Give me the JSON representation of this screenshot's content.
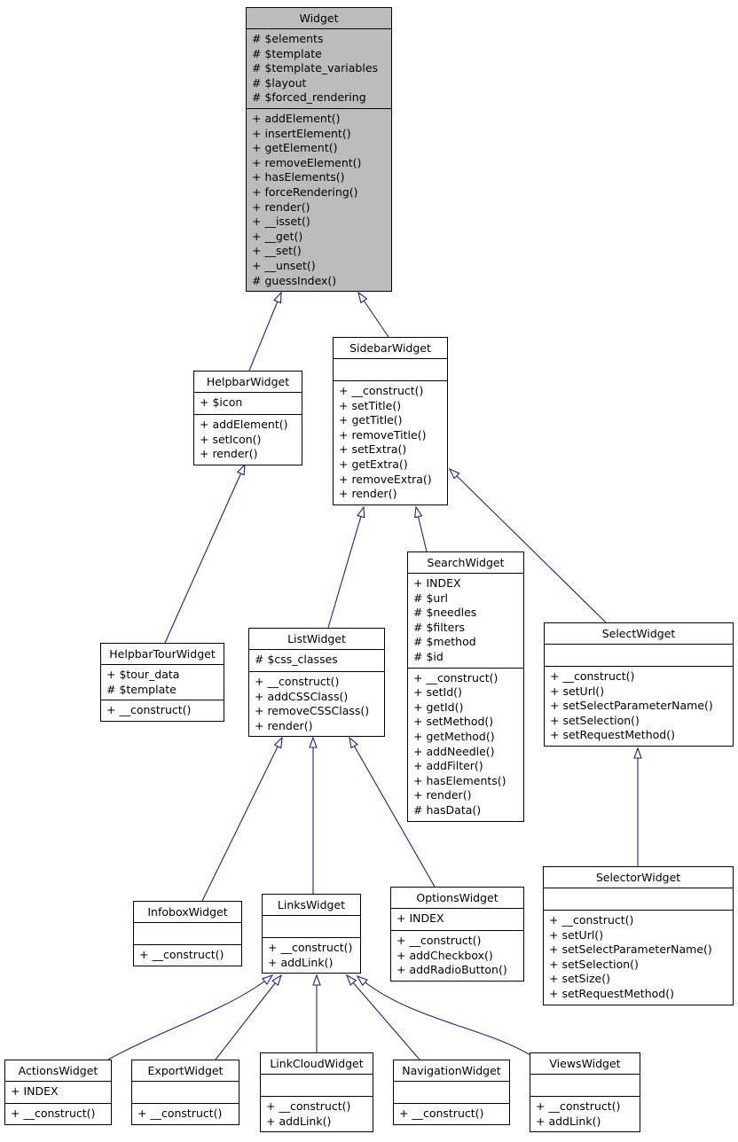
{
  "colors": {
    "edge": "#1f1f78",
    "node_border": "#000000",
    "node_fill": "#ffffff",
    "highlighted_node_fill": "#bcbcbc"
  },
  "nodes": {
    "widget": {
      "title": "Widget",
      "attrs": [
        "# $elements",
        "# $template",
        "# $template_variables",
        "# $layout",
        "# $forced_rendering"
      ],
      "methods": [
        "+ addElement()",
        "+ insertElement()",
        "+ getElement()",
        "+ removeElement()",
        "+ hasElements()",
        "+ forceRendering()",
        "+ render()",
        "+ __isset()",
        "+ __get()",
        "+ __set()",
        "+ __unset()",
        "# guessIndex()"
      ]
    },
    "helpbar": {
      "title": "HelpbarWidget",
      "attrs": [
        "+ $icon"
      ],
      "methods": [
        "+ addElement()",
        "+ setIcon()",
        "+ render()"
      ]
    },
    "sidebar": {
      "title": "SidebarWidget",
      "attrs": [],
      "methods": [
        "+ __construct()",
        "+ setTitle()",
        "+ getTitle()",
        "+ removeTitle()",
        "+ setExtra()",
        "+ getExtra()",
        "+ removeExtra()",
        "+ render()"
      ]
    },
    "helpbartour": {
      "title": "HelpbarTourWidget",
      "attrs": [
        "+ $tour_data",
        "# $template"
      ],
      "methods": [
        "+ __construct()"
      ]
    },
    "list": {
      "title": "ListWidget",
      "attrs": [
        "# $css_classes"
      ],
      "methods": [
        "+ __construct()",
        "+ addCSSClass()",
        "+ removeCSSClass()",
        "+ render()"
      ]
    },
    "search": {
      "title": "SearchWidget",
      "attrs": [
        "+ INDEX",
        "# $url",
        "# $needles",
        "# $filters",
        "# $method",
        "# $id"
      ],
      "methods": [
        "+ __construct()",
        "+ setId()",
        "+ getId()",
        "+ setMethod()",
        "+ getMethod()",
        "+ addNeedle()",
        "+ addFilter()",
        "+ hasElements()",
        "+ render()",
        "# hasData()"
      ]
    },
    "select": {
      "title": "SelectWidget",
      "attrs": [],
      "methods": [
        "+ __construct()",
        "+ setUrl()",
        "+ setSelectParameterName()",
        "+ setSelection()",
        "+ setRequestMethod()"
      ]
    },
    "selector": {
      "title": "SelectorWidget",
      "attrs": [],
      "methods": [
        "+ __construct()",
        "+ setUrl()",
        "+ setSelectParameterName()",
        "+ setSelection()",
        "+ setSize()",
        "+ setRequestMethod()"
      ]
    },
    "infobox": {
      "title": "InfoboxWidget",
      "attrs": [],
      "methods": [
        "+ __construct()"
      ]
    },
    "links": {
      "title": "LinksWidget",
      "attrs": [],
      "methods": [
        "+ __construct()",
        "+ addLink()"
      ]
    },
    "options": {
      "title": "OptionsWidget",
      "attrs": [
        "+ INDEX"
      ],
      "methods": [
        "+ __construct()",
        "+ addCheckbox()",
        "+ addRadioButton()"
      ]
    },
    "actions": {
      "title": "ActionsWidget",
      "attrs": [
        "+ INDEX"
      ],
      "methods": [
        "+ __construct()"
      ]
    },
    "export": {
      "title": "ExportWidget",
      "attrs": [],
      "methods": [
        "+ __construct()"
      ]
    },
    "linkcloud": {
      "title": "LinkCloudWidget",
      "attrs": [],
      "methods": [
        "+ __construct()",
        "+ addLink()"
      ]
    },
    "navigation": {
      "title": "NavigationWidget",
      "attrs": [],
      "methods": [
        "+ __construct()"
      ]
    },
    "views": {
      "title": "ViewsWidget",
      "attrs": [],
      "methods": [
        "+ __construct()",
        "+ addLink()"
      ]
    }
  },
  "edges": [
    {
      "from": "HelpbarWidget",
      "to": "Widget"
    },
    {
      "from": "SidebarWidget",
      "to": "Widget"
    },
    {
      "from": "HelpbarTourWidget",
      "to": "HelpbarWidget"
    },
    {
      "from": "ListWidget",
      "to": "SidebarWidget"
    },
    {
      "from": "SearchWidget",
      "to": "SidebarWidget"
    },
    {
      "from": "SelectWidget",
      "to": "SidebarWidget"
    },
    {
      "from": "InfoboxWidget",
      "to": "ListWidget"
    },
    {
      "from": "LinksWidget",
      "to": "ListWidget"
    },
    {
      "from": "OptionsWidget",
      "to": "ListWidget"
    },
    {
      "from": "SelectorWidget",
      "to": "SelectWidget"
    },
    {
      "from": "ActionsWidget",
      "to": "LinksWidget"
    },
    {
      "from": "ExportWidget",
      "to": "LinksWidget"
    },
    {
      "from": "LinkCloudWidget",
      "to": "LinksWidget"
    },
    {
      "from": "NavigationWidget",
      "to": "LinksWidget"
    },
    {
      "from": "ViewsWidget",
      "to": "LinksWidget"
    }
  ]
}
